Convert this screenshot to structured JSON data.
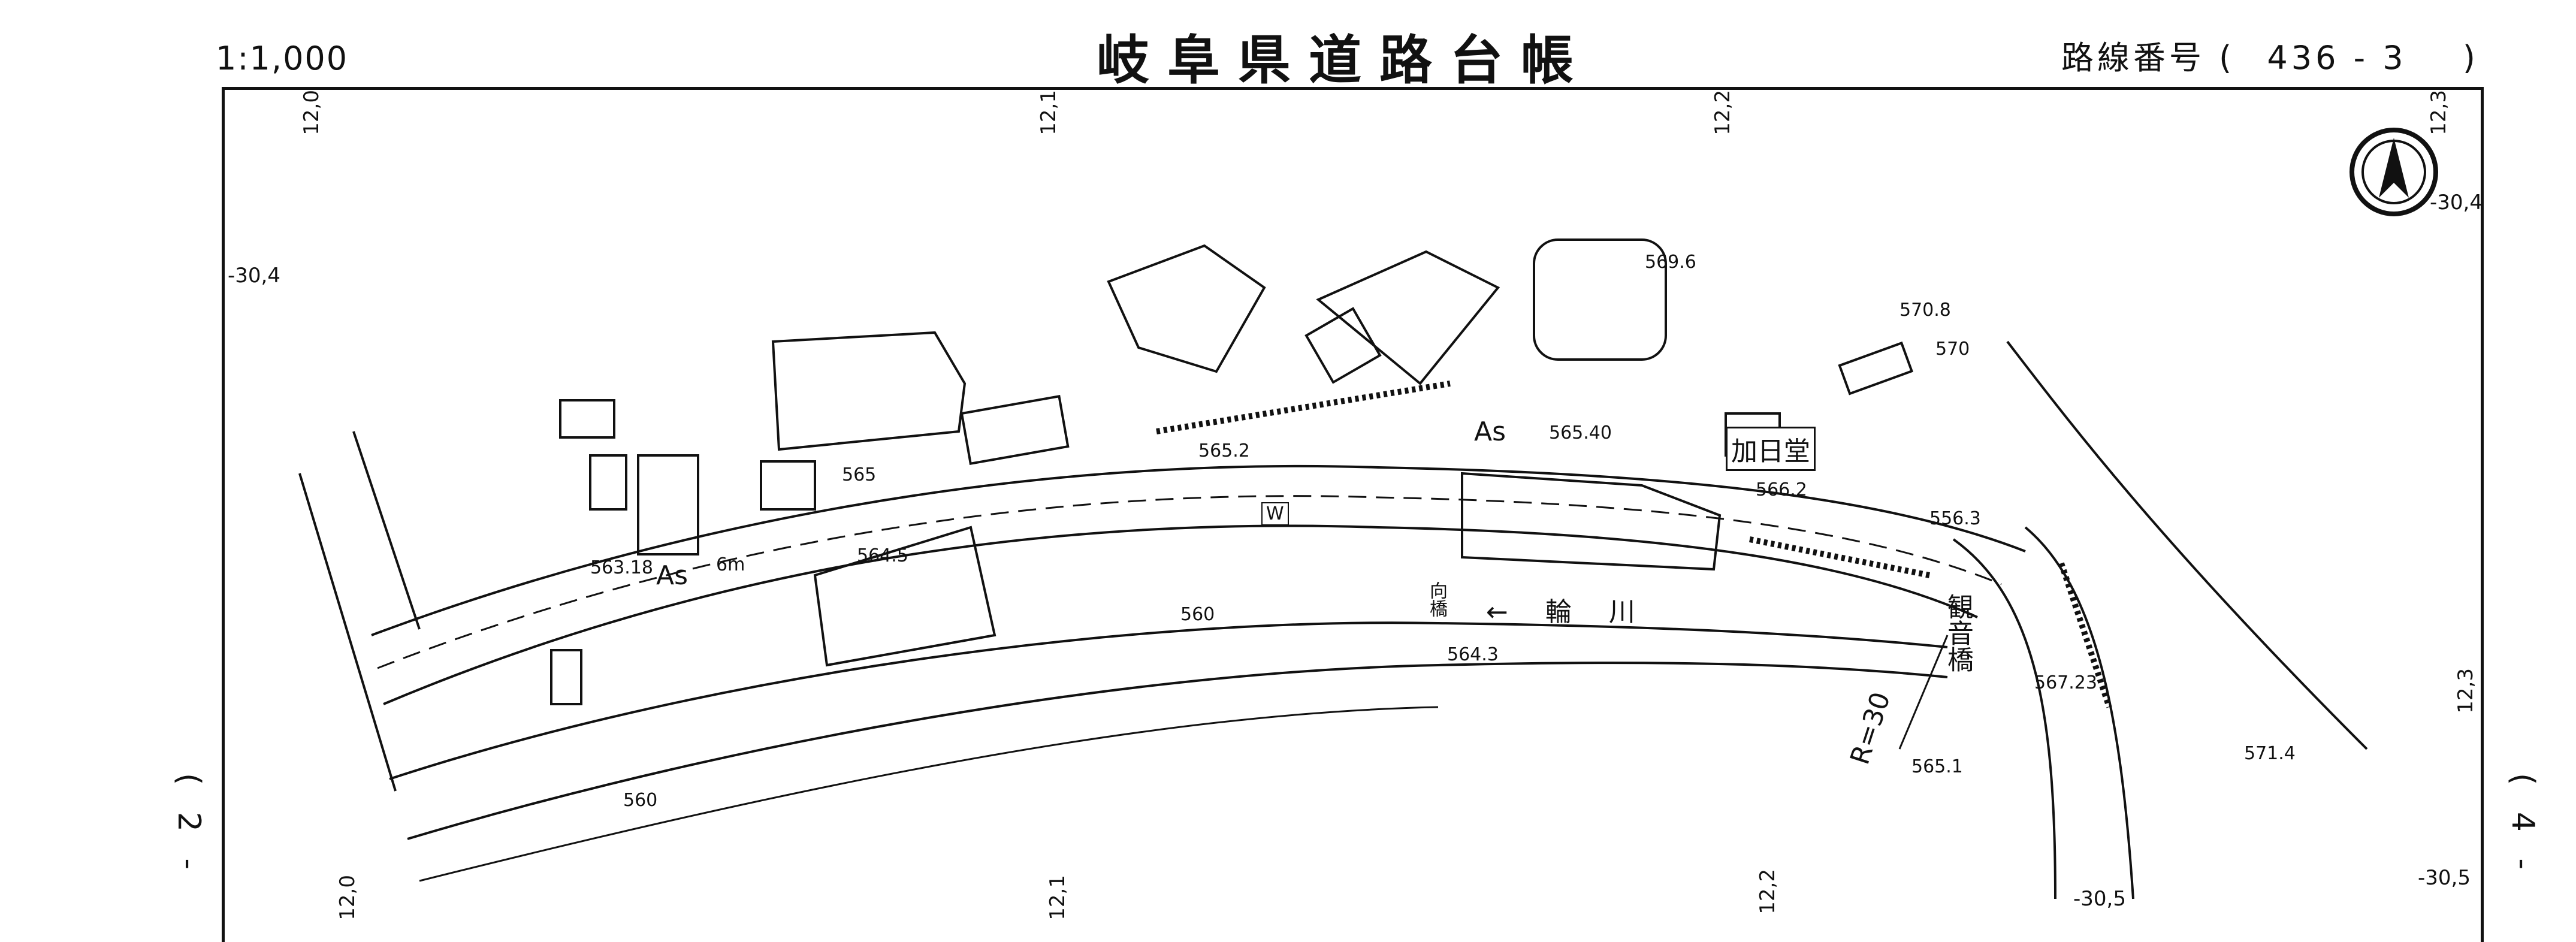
{
  "header": {
    "scale": "1:1,000",
    "title": "岐阜県道路台帳",
    "route_label": "路線番号",
    "route_open": "(",
    "route_number": "436 - 3",
    "route_close": ")"
  },
  "grid": {
    "top": [
      "12,0",
      "12,1",
      "12,2",
      "12,3"
    ],
    "bottom": [
      "12,0",
      "12,1",
      "12,2"
    ],
    "left": [
      "-30,4"
    ],
    "right": [
      "-30,4",
      "12,3",
      "-30,5"
    ],
    "bottom_y": "-30,5"
  },
  "side_pages": {
    "left": "( 2 -",
    "right": "( 4 -"
  },
  "map_labels": {
    "elev_5696": "569.6",
    "elev_5708": "570.8",
    "contour_570": "570",
    "road_as_1": "As",
    "road_as_2": "As",
    "elev_5652": "565.2",
    "elev_56540": "565.40",
    "shrine": "加日堂",
    "elev_5662": "566.2",
    "elev_5563": "556.3",
    "contour_565": "565",
    "elev_56318": "563.18",
    "elev_5645": "564.5",
    "contour_560a": "560",
    "bridge_a": "向橋",
    "river": "← 輪 川",
    "elev_5643": "564.3",
    "bridge_b": "観音橋",
    "elev_56723": "567.23",
    "radius": "R=30",
    "elev_5651": "565.1",
    "elev_5714": "571.4",
    "contour_560b": "560",
    "lane_w": "6m",
    "w_box": "W"
  },
  "north_arrow": "N"
}
